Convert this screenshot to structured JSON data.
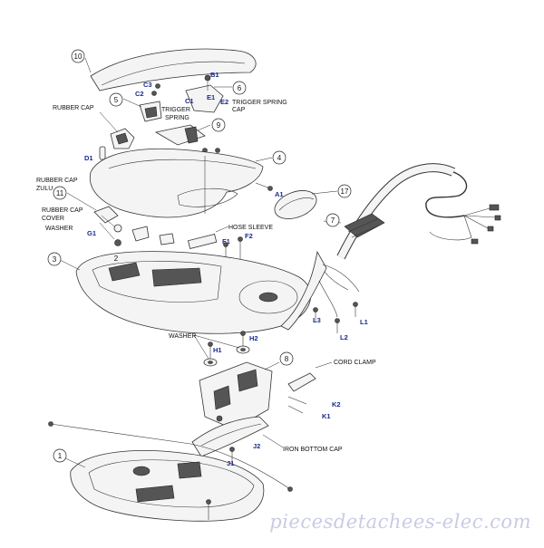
{
  "diagram": {
    "part_numbers": [
      "1",
      "2",
      "3",
      "4",
      "5",
      "6",
      "7",
      "8",
      "9",
      "10",
      "11",
      "17"
    ],
    "labels": {
      "trigger_spring_cap_line1": "TRIGGER SPRING",
      "trigger_spring_cap_line2": "CAP",
      "trigger_spring_line1": "TRIGGER",
      "trigger_spring_line2": "SPRING",
      "rubber_cap": "RUBBER CAP",
      "rubber_cap_zulu_line1": "RUBBER CAP",
      "rubber_cap_zulu_line2": "ZULU",
      "rubber_cap_cover_line1": "RUBBER CAP",
      "rubber_cap_cover_line2": "COVER",
      "washer_left": "WASHER",
      "hose_sleeve": "HOSE SLEEVE",
      "washer_middle": "WASHER",
      "cord_clamp": "CORD CLAMP",
      "iron_bottom_cap": "IRON BOTTOM CAP"
    },
    "codes": {
      "b1": "B1",
      "c3": "C3",
      "c2": "C2",
      "c1": "C1",
      "e1": "E1",
      "e2": "E2",
      "d1": "D1",
      "a1": "A1",
      "g1": "G1",
      "f1": "F1",
      "f2": "F2",
      "l1": "L1",
      "l2": "L2",
      "l3": "L3",
      "h1": "H1",
      "h2": "H2",
      "k1": "K1",
      "k2": "K2",
      "j1": "J1",
      "j2": "J2"
    }
  },
  "watermark": "piecesdetachees-elec.com",
  "colors": {
    "code_text": "#1a2a8c",
    "line": "#333333",
    "watermark": "#c9cbe6"
  }
}
